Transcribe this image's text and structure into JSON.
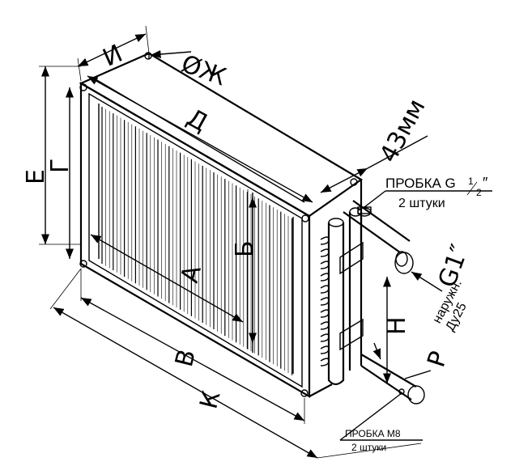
{
  "diagram": {
    "dimensions": {
      "A": "А",
      "B": "Б",
      "V": "В",
      "G": "Г",
      "D": "Д",
      "E": "Е",
      "ZH": "ØЖ",
      "I": "И",
      "K": "К",
      "N": "Н",
      "P": "Р",
      "offset": "43мм"
    },
    "callouts": {
      "plug_top": {
        "line1": "ПРОБКА G",
        "frac_num": "1",
        "frac_den": "2",
        "inch": "″",
        "line2": "2 штуки"
      },
      "thread": {
        "label": "G1″",
        "note1": "наружн.",
        "note2": "Ду25"
      },
      "plug_bottom": {
        "line1": "ПРОБКА М8",
        "line2": "2 штуки"
      }
    }
  }
}
